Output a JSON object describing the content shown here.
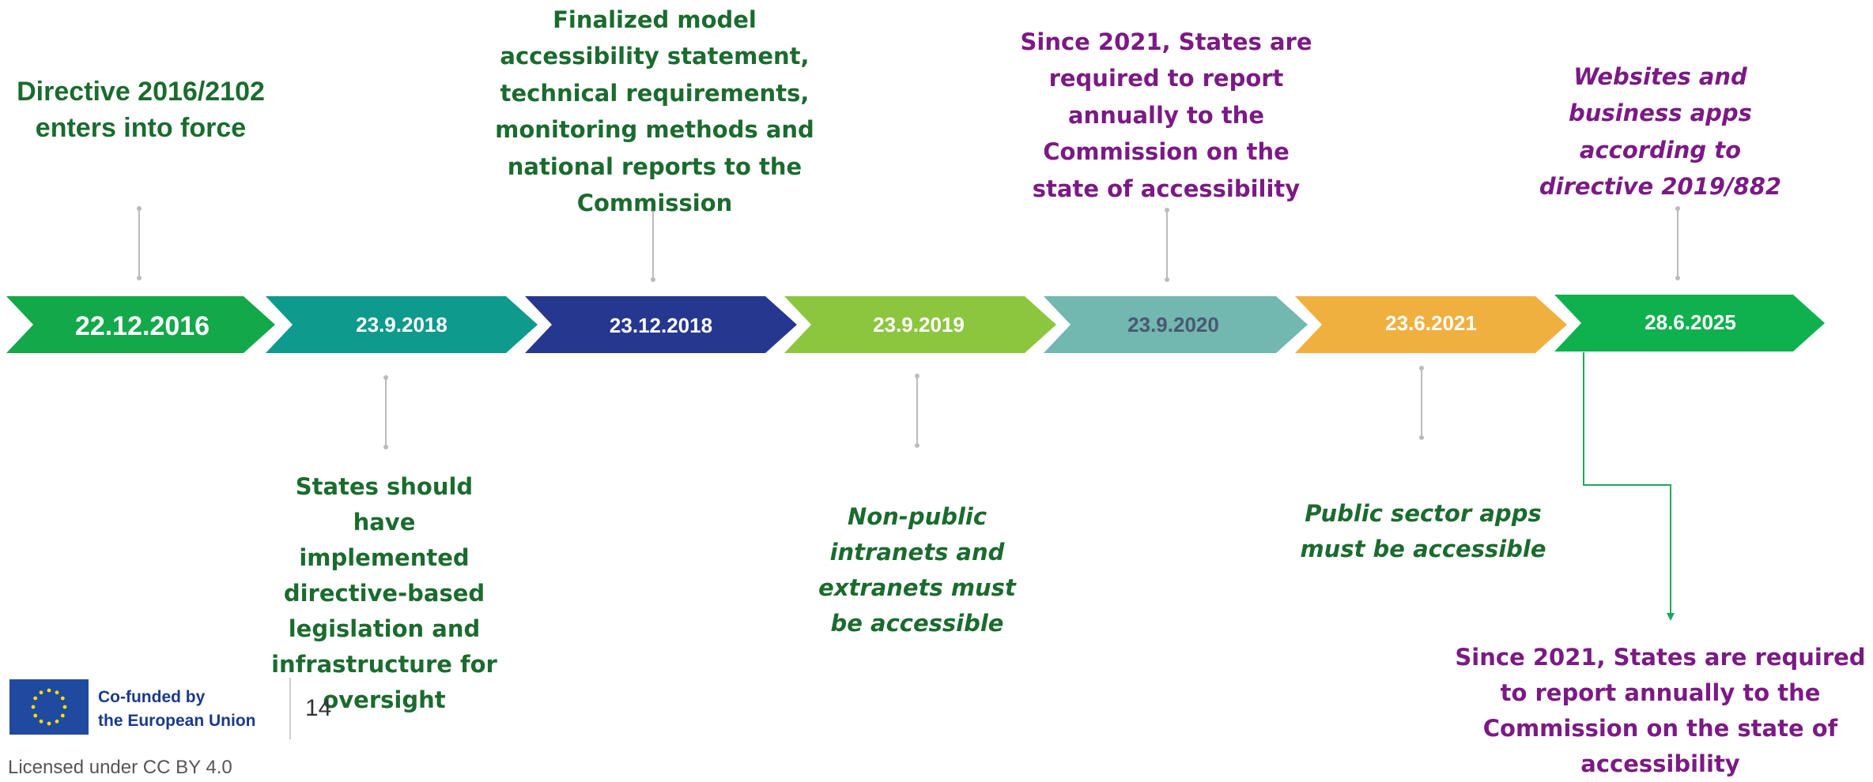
{
  "milestones": [
    {
      "date": "22.12.2016",
      "color": "#13a84a",
      "text_color": "#ffffff",
      "note": "Directive 2016/2102 enters into force",
      "note_position": "above",
      "note_color": "#1b6b2e",
      "note_style": "bold"
    },
    {
      "date": "23.9.2018",
      "color": "#0e9a8c",
      "text_color": "#ffffff",
      "note": "States should have implemented directive-based legislation and infrastructure for oversight",
      "note_position": "below",
      "note_color": "#1b6b2e",
      "note_style": "bold"
    },
    {
      "date": "23.12.2018",
      "color": "#26378f",
      "text_color": "#ffffff",
      "note": "Finalized model accessibility statement, technical requirements, monitoring methods and national reports to the Commission",
      "note_position": "above",
      "note_color": "#1b6b2e",
      "note_style": "bold"
    },
    {
      "date": "23.9.2019",
      "color": "#8cc63f",
      "text_color": "#ffffff",
      "note": "Non-public intranets and extranets must be accessible",
      "note_position": "below",
      "note_color": "#1b6b2e",
      "note_style": "bold-italic"
    },
    {
      "date": "23.9.2020",
      "color": "#72b7b0",
      "text_color": "#4a5872",
      "note": "Since 2021, States are required to report annually to the Commission on the state of accessibility",
      "note_position": "above",
      "note_color": "#7b1a84",
      "note_style": "bold"
    },
    {
      "date": "23.6.2021",
      "color": "#f0b03f",
      "text_color": "#ffffff",
      "note": "Public sector apps must be accessible",
      "note_position": "below",
      "note_color": "#1b6b2e",
      "note_style": "bold-italic"
    },
    {
      "date": "28.6.2025",
      "color": "#0fb04e",
      "text_color": "#ffffff",
      "note": "Websites and business apps according to directive 2019/882",
      "note_position": "above",
      "note_color": "#7b1a84",
      "note_style": "bold-italic"
    }
  ],
  "extra_note": "Since 2021, States are required to report annually to the Commission on the state of accessibility",
  "footer": {
    "cofunded_line1": "Co-funded by",
    "cofunded_line2": "the European Union",
    "page_number": "14",
    "license": "Licensed under CC BY 4.0"
  },
  "colors": {
    "eu_blue": "#1f4aa0",
    "eu_star": "#ffdd00",
    "connector": "#bbbbbb",
    "extra_connector": "#1aa95b"
  }
}
